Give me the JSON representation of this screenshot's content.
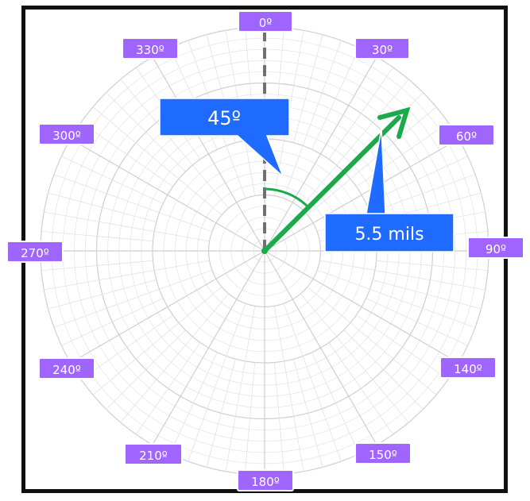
{
  "polar_labels": [
    {
      "id": "0",
      "text": "0º"
    },
    {
      "id": "30",
      "text": "30º"
    },
    {
      "id": "60",
      "text": "60º"
    },
    {
      "id": "90",
      "text": "90º"
    },
    {
      "id": "140",
      "text": "140º"
    },
    {
      "id": "150",
      "text": "150º"
    },
    {
      "id": "180",
      "text": "180º"
    },
    {
      "id": "210",
      "text": "210º"
    },
    {
      "id": "240",
      "text": "240º"
    },
    {
      "id": "270",
      "text": "270º"
    },
    {
      "id": "300",
      "text": "300º"
    },
    {
      "id": "330",
      "text": "330º"
    }
  ],
  "vector": {
    "angle_deg": 45,
    "magnitude_text": "5.5 mils"
  },
  "angle_callout": {
    "text": "45º"
  },
  "colors": {
    "label_bg": "#a064ff",
    "callout_bg": "#1f6bff",
    "arrow": "#1aaa4a",
    "reference_line": "#707070",
    "grid": "#d8d8d8"
  }
}
